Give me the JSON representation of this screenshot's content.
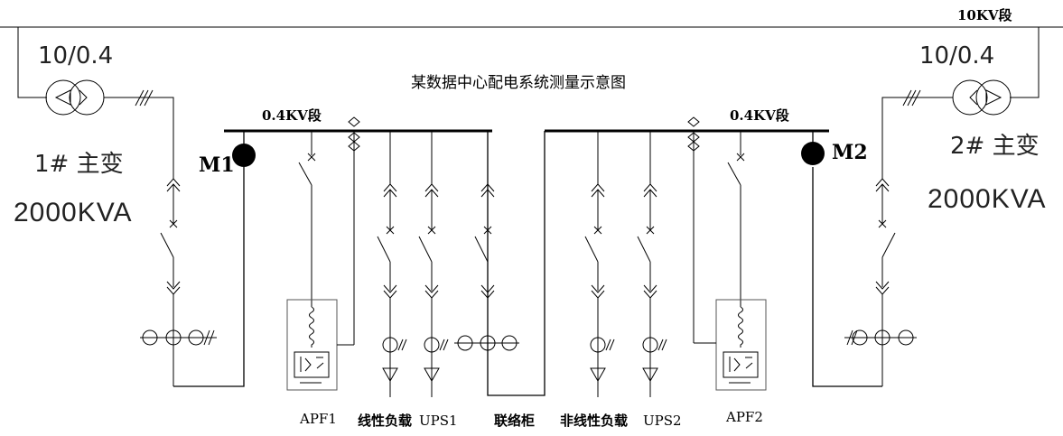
{
  "title": "某数据中心配电系统测量示意图",
  "hv_bus_label": "10KV段",
  "lv_bus_label": "0.4KV段",
  "transformers": [
    {
      "ratio": "10/0.4",
      "name": "1# 主变",
      "rating": "2000KVA"
    },
    {
      "ratio": "10/0.4",
      "name": "2# 主变",
      "rating": "2000KVA"
    }
  ],
  "meters": [
    "M1",
    "M2"
  ],
  "feeders": [
    "APF1",
    "线性负载",
    "UPS1",
    "联络柜",
    "非线性负载",
    "UPS2",
    "APF2"
  ]
}
